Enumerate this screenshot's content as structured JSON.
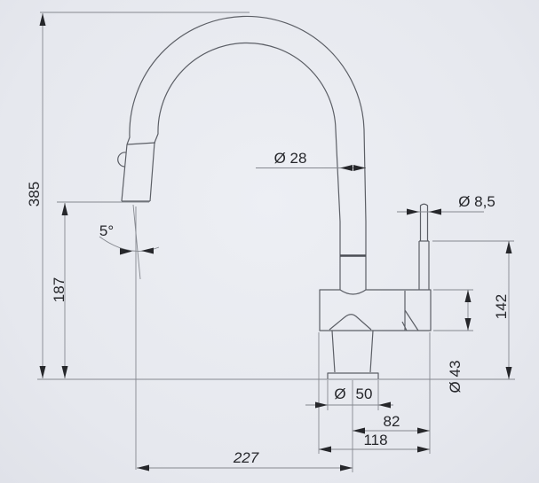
{
  "colors": {
    "background": "#e8eaef",
    "object_line": "#5c5f66",
    "dimension_line": "#85888f",
    "annotation_ink": "#26272b"
  },
  "drawing": {
    "labels": {
      "total_height": "385",
      "outlet_height": "187",
      "spray_angle": "5°",
      "spout_tube_diameter": "Ø 28",
      "lever_diameter": "Ø 8,5",
      "lever_height": "142",
      "body_diameter": "Ø 43",
      "base_diameter_symbol": "Ø",
      "base_diameter_value": "50",
      "lever_reach": "82",
      "body_reach": "118",
      "spout_reach": "227"
    }
  }
}
